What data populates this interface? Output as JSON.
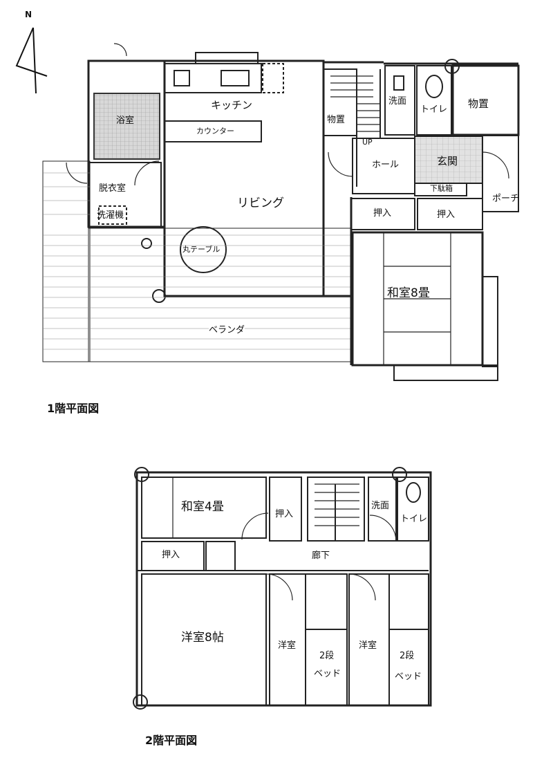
{
  "compass": {
    "label": "N"
  },
  "floor1": {
    "title": "1階平面図",
    "rooms": {
      "kitchen": "キッチン",
      "counter": "カウンター",
      "bath": "浴室",
      "storage_stair": "物置",
      "washroom": "洗面",
      "toilet": "トイレ",
      "storage": "物置",
      "hall": "ホール",
      "up": "UP",
      "entrance": "玄関",
      "shoe_box": "下駄箱",
      "porch": "ポーチ",
      "dressing": "脱衣室",
      "washer": "洗濯機",
      "living": "リビング",
      "round_table": "丸テーブル",
      "closet_left": "押入",
      "closet_right": "押入",
      "tatami8": "和室8畳",
      "veranda": "ベランダ"
    }
  },
  "floor2": {
    "title": "2階平面図",
    "rooms": {
      "tatami4": "和室4畳",
      "closet_top": "押入",
      "washroom": "洗面",
      "toilet": "トイレ",
      "closet_left": "押入",
      "corridor": "廊下",
      "western8": "洋室8帖",
      "western_a": "洋室",
      "bunk_a": "2段",
      "bunk_a2": "ベッド",
      "western_b": "洋室",
      "bunk_b": "2段",
      "bunk_b2": "ベッド"
    }
  }
}
